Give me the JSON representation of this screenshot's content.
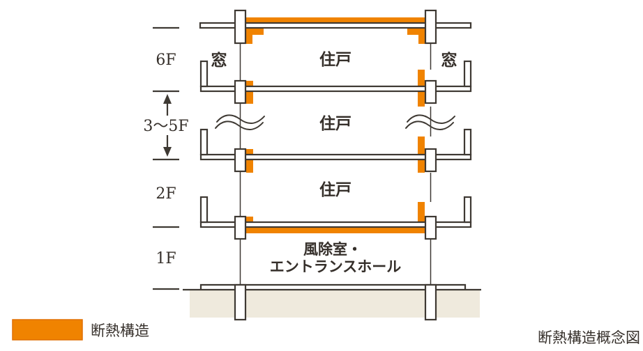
{
  "diagram": {
    "floor_axis": {
      "floor_6f": "6F",
      "floor_3_5f": "3～5F",
      "floor_2f": "2F",
      "floor_1f": "1F"
    },
    "labels": {
      "window_left": "窓",
      "window_right": "窓",
      "dwelling_6f": "住戸",
      "dwelling_3_5f": "住戸",
      "dwelling_2f": "住戸",
      "entrance_line1": "風除室・",
      "entrance_line2": "エントランスホール"
    },
    "legend": {
      "label": "断熱構造",
      "swatch_color": "#f08300"
    },
    "caption": "断熱構造概念図",
    "colors": {
      "insulation": "#f08300",
      "outline": "#3e3933",
      "ground": "#efeadd",
      "text": "#352f2a"
    }
  }
}
